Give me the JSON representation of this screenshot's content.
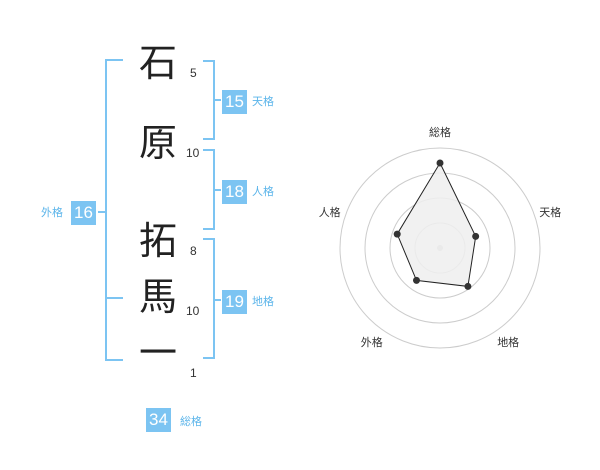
{
  "chart_data": {
    "type": "radar",
    "axes": [
      "総格",
      "天格",
      "地格",
      "外格",
      "人格"
    ],
    "values": [
      34,
      15,
      19,
      16,
      18
    ]
  },
  "name": {
    "characters": [
      {
        "char": "石",
        "strokes": "5"
      },
      {
        "char": "原",
        "strokes": "10"
      },
      {
        "char": "拓",
        "strokes": "8"
      },
      {
        "char": "馬",
        "strokes": "10"
      },
      {
        "char": "一",
        "strokes": "1"
      }
    ]
  },
  "fortune": {
    "tenkaku": {
      "value": "15",
      "label": "天格"
    },
    "jinkaku": {
      "value": "18",
      "label": "人格"
    },
    "chikaku": {
      "value": "19",
      "label": "地格"
    },
    "gaikaku": {
      "value": "16",
      "label": "外格"
    },
    "soukaku": {
      "value": "34",
      "label": "総格"
    }
  },
  "colors": {
    "accent": "#7cc4f2",
    "bracket": "#7cc4f2",
    "radar_fill": "#eeeeee",
    "radar_grid": "#cccccc"
  }
}
